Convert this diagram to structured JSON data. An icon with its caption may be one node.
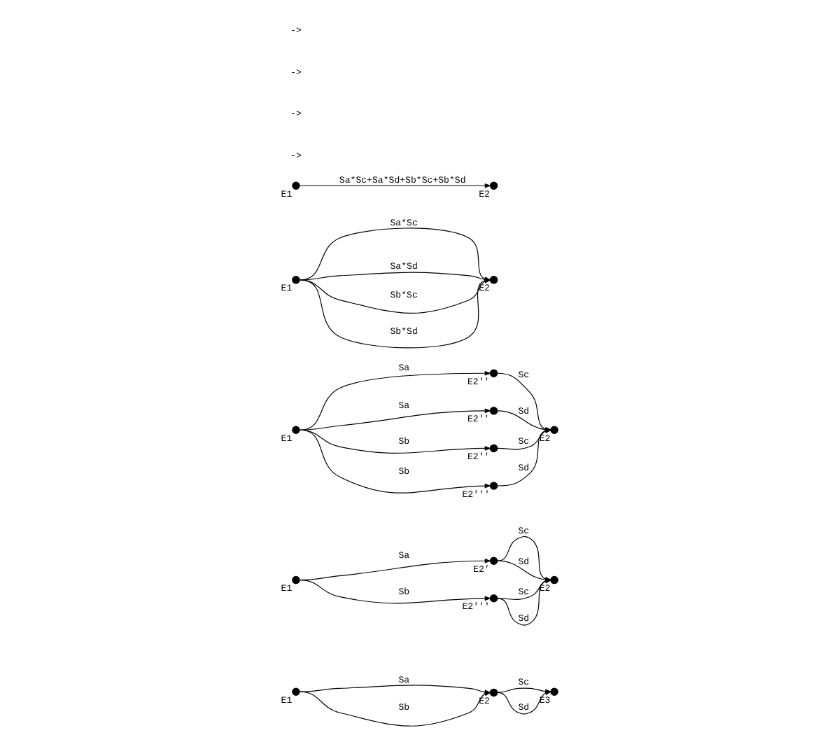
{
  "diagram": {
    "nodes": [
      {
        "text": [],
        "shape": "circle",
        "beside": [
          "E1"
        ]
      },
      {
        "text": [],
        "shape": "circle",
        "beside": [
          "E2"
        ]
      },
      {
        "text": [],
        "shape": "circle",
        "beside": [
          "E3"
        ]
      },
      {
        "text": [],
        "shape": "circle",
        "beside": [
          "E1"
        ]
      },
      {
        "text": [],
        "shape": "circle",
        "beside": [
          "E2’"
        ]
      },
      {
        "text": [],
        "shape": "circle",
        "beside": [
          "E2'''"
        ]
      },
      {
        "text": [],
        "shape": "circle",
        "beside": [
          "E2"
        ]
      },
      {
        "text": [],
        "shape": "circle",
        "beside": [
          "E1"
        ]
      },
      {
        "text": [],
        "shape": "circle",
        "beside": [
          "E2''"
        ]
      },
      {
        "text": [],
        "shape": "circle",
        "beside": [
          "E2''"
        ]
      },
      {
        "text": [],
        "shape": "circle",
        "beside": [
          "E2''"
        ]
      },
      {
        "text": [],
        "shape": "circle",
        "beside": [
          "E2'''"
        ]
      },
      {
        "text": [],
        "shape": "circle",
        "beside": [
          "E2"
        ]
      },
      {
        "text": [],
        "shape": "circle",
        "beside": [
          "E1"
        ]
      },
      {
        "text": [],
        "shape": "circle",
        "beside": [
          "E2"
        ]
      },
      {
        "text": [],
        "shape": "circle",
        "beside": [
          "E1"
        ]
      },
      {
        "text": [],
        "shape": "circle",
        "beside": [
          "E2"
        ]
      }
    ],
    "edges": [
      {
        "from": 0,
        "to": 1,
        "arrow": "to",
        "label": "Sa"
      },
      {
        "from": 0,
        "to": 1,
        "arrow": "to",
        "label": "Sb"
      },
      {
        "from": 1,
        "to": 2,
        "arrow": "to",
        "label": "Sc"
      },
      {
        "from": 1,
        "to": 2,
        "arrow": "to",
        "label": "Sd"
      },
      {
        "from": 3,
        "to": 4,
        "arrow": "to",
        "label": "Sa"
      },
      {
        "from": 3,
        "to": 5,
        "arrow": "to",
        "label": "Sb"
      },
      {
        "from": 4,
        "to": 6,
        "arrow": "to",
        "label": "Sc"
      },
      {
        "from": 4,
        "to": 6,
        "arrow": "to",
        "label": "Sd"
      },
      {
        "from": 5,
        "to": 6,
        "arrow": "to",
        "label": "Sc"
      },
      {
        "from": 5,
        "to": 6,
        "arrow": "to",
        "label": "Sd"
      },
      {
        "from": 7,
        "to": 8,
        "arrow": "to",
        "label": "Sa"
      },
      {
        "from": 8,
        "to": 12,
        "arrow": "to",
        "label": "Sc"
      },
      {
        "from": 7,
        "to": 9,
        "arrow": "to",
        "label": "Sa"
      },
      {
        "from": 9,
        "to": 12,
        "arrow": "to",
        "label": "Sd"
      },
      {
        "from": 7,
        "to": 10,
        "arrow": "to",
        "label": "Sb"
      },
      {
        "from": 10,
        "to": 12,
        "arrow": "to",
        "label": "Sc"
      },
      {
        "from": 7,
        "to": 11,
        "arrow": "to",
        "label": "Sb"
      },
      {
        "from": 11,
        "to": 12,
        "arrow": "to",
        "label": "Sd"
      },
      {
        "from": 13,
        "to": 14,
        "arrow": "to",
        "label": "Sa*Sc"
      },
      {
        "from": 13,
        "to": 14,
        "arrow": "to",
        "label": "Sa*Sd"
      },
      {
        "from": 13,
        "to": 14,
        "arrow": "to",
        "label": "Sb*Sc"
      },
      {
        "from": 13,
        "to": 14,
        "arrow": "to",
        "label": "Sb*Sd"
      },
      {
        "from": 15,
        "to": 16,
        "arrow": "to",
        "label": "Sa*Sc+Sa*Sd+Sb*Sc+Sb*Sd"
      }
    ],
    "labels": [
      "->",
      "->",
      "->",
      "->"
    ]
  }
}
